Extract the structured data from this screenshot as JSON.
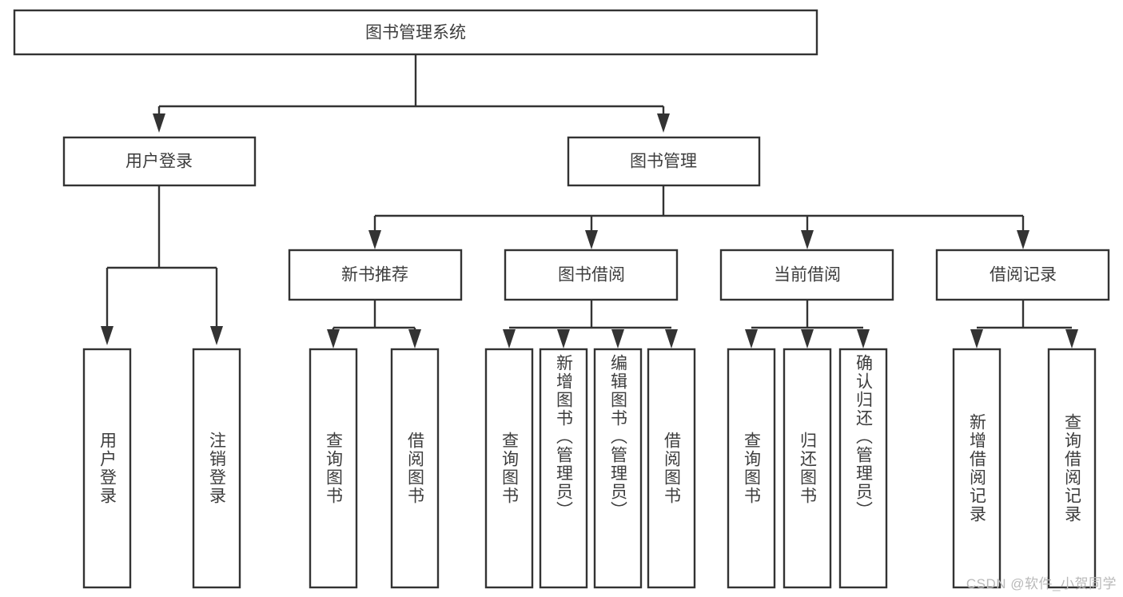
{
  "diagram": {
    "type": "tree",
    "title": "图书管理系统",
    "background_color": "#ffffff",
    "line_color": "#333333",
    "text_color": "#3d3d3d",
    "root": {
      "id": "root",
      "label": "图书管理系统"
    },
    "level2": [
      {
        "id": "user-login",
        "label": "用户登录"
      },
      {
        "id": "book-manage",
        "label": "图书管理"
      }
    ],
    "level3": [
      {
        "id": "new-book-recommend",
        "label": "新书推荐",
        "parent": "book-manage"
      },
      {
        "id": "book-borrow",
        "label": "图书借阅",
        "parent": "book-manage"
      },
      {
        "id": "current-borrow",
        "label": "当前借阅",
        "parent": "book-manage"
      },
      {
        "id": "borrow-record",
        "label": "借阅记录",
        "parent": "book-manage"
      }
    ],
    "leaves": {
      "user-login": [
        {
          "id": "leaf-user-login",
          "label": "用户登录"
        },
        {
          "id": "leaf-logout-login",
          "label": "注销登录"
        }
      ],
      "new-book-recommend": [
        {
          "id": "leaf-query-book-1",
          "label": "查询图书"
        },
        {
          "id": "leaf-borrow-book-1",
          "label": "借阅图书"
        }
      ],
      "book-borrow": [
        {
          "id": "leaf-query-book-2",
          "label": "查询图书"
        },
        {
          "id": "leaf-add-book",
          "label": "新增图书（管理员）"
        },
        {
          "id": "leaf-edit-book",
          "label": "编辑图书（管理员）"
        },
        {
          "id": "leaf-borrow-book-2",
          "label": "借阅图书"
        }
      ],
      "current-borrow": [
        {
          "id": "leaf-query-book-3",
          "label": "查询图书"
        },
        {
          "id": "leaf-return-book",
          "label": "归还图书"
        },
        {
          "id": "leaf-confirm-return",
          "label": "确认归还（管理员）"
        }
      ],
      "borrow-record": [
        {
          "id": "leaf-add-record",
          "label": "新增借阅记录"
        },
        {
          "id": "leaf-query-record",
          "label": "查询借阅记录"
        }
      ]
    }
  },
  "watermark": {
    "text": "CSDN @软件_小贺同学"
  }
}
